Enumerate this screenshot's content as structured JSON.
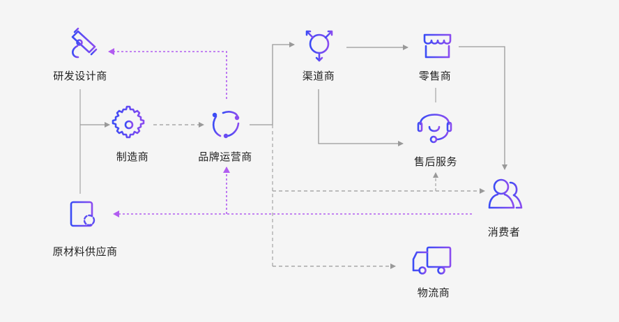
{
  "diagram": {
    "title": "供应链角色关系图",
    "nodes": [
      {
        "id": "rd",
        "label": "研发设计商",
        "icon": "microscope-icon"
      },
      {
        "id": "mfg",
        "label": "制造商",
        "icon": "gear-icon"
      },
      {
        "id": "brand",
        "label": "品牌运营商",
        "icon": "share-cycle-icon"
      },
      {
        "id": "raw",
        "label": "原材料供应商",
        "icon": "recycle-document-icon"
      },
      {
        "id": "channel",
        "label": "渠道商",
        "icon": "distribution-arrows-icon"
      },
      {
        "id": "retail",
        "label": "零售商",
        "icon": "storefront-icon"
      },
      {
        "id": "service",
        "label": "售后服务",
        "icon": "headset-icon"
      },
      {
        "id": "consumer",
        "label": "消费者",
        "icon": "users-icon"
      },
      {
        "id": "logistics",
        "label": "物流商",
        "icon": "truck-icon"
      }
    ],
    "edges": [
      {
        "from": "rd",
        "to": "mfg",
        "style": "solid-gray"
      },
      {
        "from": "raw",
        "to": "mfg",
        "style": "solid-gray"
      },
      {
        "from": "mfg",
        "to": "brand",
        "style": "dashed-gray"
      },
      {
        "from": "brand",
        "to": "rd",
        "style": "dotted-purple"
      },
      {
        "from": "brand",
        "to": "channel",
        "style": "solid-gray"
      },
      {
        "from": "brand",
        "to": "consumer",
        "style": "dashed-gray"
      },
      {
        "from": "brand",
        "to": "logistics",
        "style": "dashed-gray"
      },
      {
        "from": "brand",
        "to": "service",
        "style": "dashed-gray"
      },
      {
        "from": "consumer",
        "to": "raw",
        "style": "dotted-purple"
      },
      {
        "from": "consumer",
        "to": "brand",
        "style": "dotted-purple"
      },
      {
        "from": "channel",
        "to": "retail",
        "style": "solid-gray"
      },
      {
        "from": "channel",
        "to": "service",
        "style": "solid-gray"
      },
      {
        "from": "retail",
        "to": "service",
        "style": "solid-gray"
      },
      {
        "from": "retail",
        "to": "consumer",
        "style": "solid-gray"
      }
    ],
    "colors": {
      "icon_start": "#3b4cf5",
      "icon_end": "#8a4cf0",
      "line_gray": "#999999",
      "line_purple": "#b15cf0",
      "text": "#222222",
      "background": "#f5f5f5"
    }
  }
}
